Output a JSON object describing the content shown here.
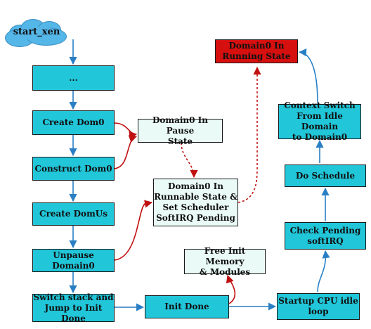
{
  "diagram": {
    "start": "start_xen",
    "nodes": {
      "ellipsis": "...",
      "create_dom0": "Create Dom0",
      "construct_dom0": "Construct Dom0",
      "create_domus": "Create DomUs",
      "unpause_domain0": "Unpause Domain0",
      "switch_stack": [
        "Switch stack and",
        "Jump to Init Done"
      ],
      "init_done": "Init Done",
      "domain0_pause": [
        "Domain0 In Pause",
        "State"
      ],
      "domain0_runnable": [
        "Domain0 In",
        "Runnable State &",
        "Set Scheduler",
        "SoftIRQ Pending"
      ],
      "free_init_memory": [
        "Free Init Memory",
        "& Modules"
      ],
      "startup_cpu_idle": [
        "Startup CPU idle",
        "loop"
      ],
      "check_pending": [
        "Check Pending",
        "softIRQ"
      ],
      "do_schedule": "Do Schedule",
      "context_switch": [
        "Context Switch",
        "From Idle Domain",
        "to Domain0"
      ],
      "domain0_running": [
        "Domain0 In",
        "Running State"
      ]
    },
    "colors": {
      "process": "#21c6d9",
      "state": "#eafaf6",
      "running": "#d60f0f",
      "flow_arrow": "#2a7fc4",
      "state_arrow": "#c01010",
      "cloud": "#55b6e8"
    }
  }
}
